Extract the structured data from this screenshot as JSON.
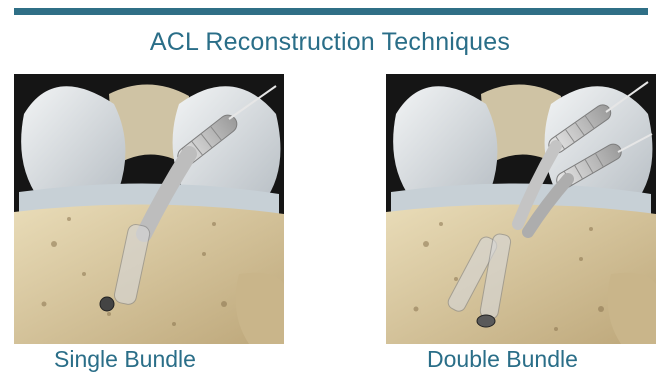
{
  "title": "ACL Reconstruction Techniques",
  "panels": [
    {
      "caption": "Single Bundle"
    },
    {
      "caption": "Double Bundle"
    }
  ],
  "colors": {
    "accent": "#2a6e88",
    "bone": "#d9c7a0",
    "cartilage": "#dfe3e6",
    "graft": "#c9c9c9"
  }
}
